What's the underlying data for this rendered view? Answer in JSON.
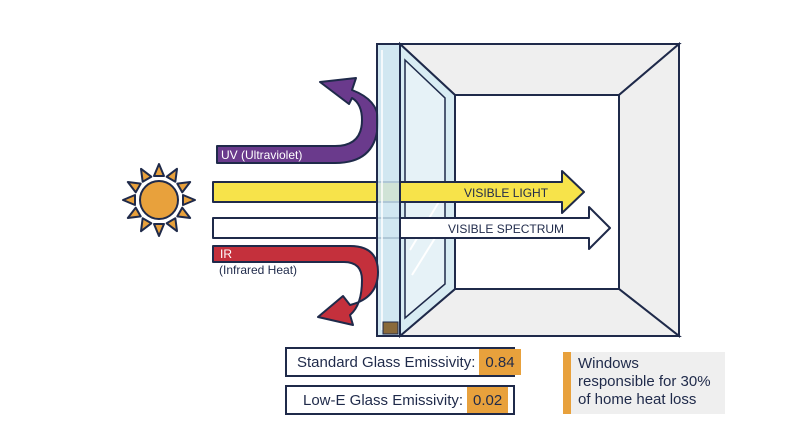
{
  "labels": {
    "uv": "UV (Ultraviolet)",
    "visible_light": "VISIBLE LIGHT",
    "visible_spectrum": "VISIBLE SPECTRUM",
    "ir": "IR",
    "ir_sub": "(Infrared Heat)"
  },
  "emissivity": {
    "standard_label": "Standard Glass Emissivity:",
    "standard_value": "0.84",
    "lowe_label": "Low-E Glass Emissivity:",
    "lowe_value": "0.02"
  },
  "fact": {
    "line1": "Windows",
    "line2": "responsible for 30%",
    "line3": "of home heat loss"
  },
  "colors": {
    "navy": "#1f2a4a",
    "uv_purple": "#6a3a8c",
    "visible_yellow": "#f7e34a",
    "ir_red": "#c4303c",
    "sun_orange": "#e8a13c",
    "glass_blue": "#c9e3ee",
    "room_gray": "#efefef"
  },
  "icons": [
    "sun-icon"
  ]
}
